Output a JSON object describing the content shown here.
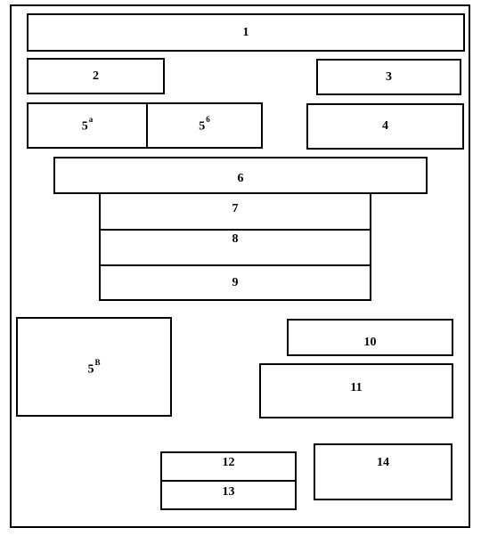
{
  "diagram": {
    "boxes": {
      "b1": {
        "label": "1"
      },
      "b2": {
        "label": "2"
      },
      "b3": {
        "label": "3"
      },
      "b4": {
        "label": "4"
      },
      "b5a": {
        "label": "5",
        "sup": "a"
      },
      "b5b": {
        "label": "5",
        "sup": "6"
      },
      "b5c": {
        "label": "5",
        "sup": "B"
      },
      "b6": {
        "label": "6"
      },
      "b7": {
        "label": "7"
      },
      "b8": {
        "label": "8"
      },
      "b9": {
        "label": "9"
      },
      "b10": {
        "label": "10"
      },
      "b11": {
        "label": "11"
      },
      "b12": {
        "label": "12"
      },
      "b13": {
        "label": "13"
      },
      "b14": {
        "label": "14"
      }
    }
  }
}
